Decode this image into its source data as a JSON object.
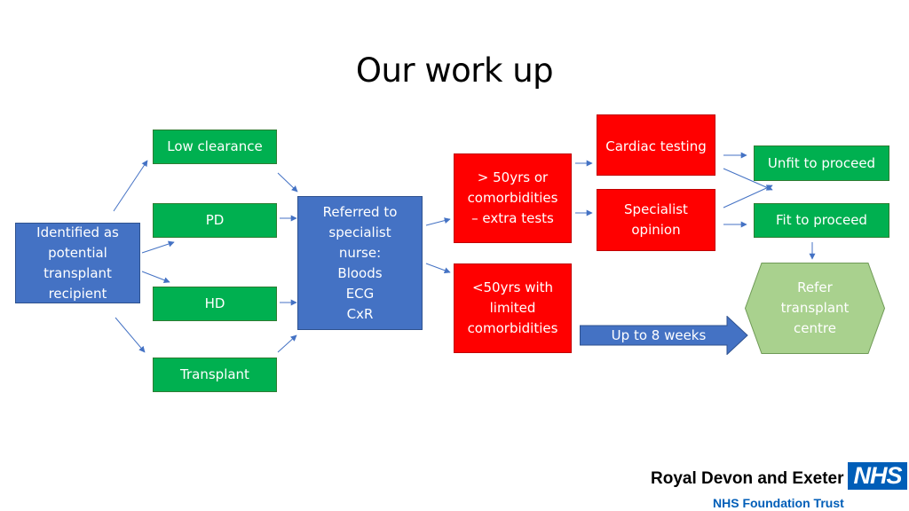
{
  "title": "Our work up",
  "nodes": {
    "identified": [
      "Identified as",
      "potential",
      "transplant",
      "recipient"
    ],
    "low_clearance": "Low clearance",
    "pd": "PD",
    "hd": "HD",
    "transplant": "Transplant",
    "referred": [
      "Referred to",
      "specialist",
      "nurse:",
      "Bloods",
      "ECG",
      "CxR"
    ],
    "over_50": [
      "> 50yrs or",
      "comorbidities",
      "– extra tests"
    ],
    "under_50": [
      "<50yrs with",
      "limited",
      "comorbidities"
    ],
    "cardiac": "Cardiac testing",
    "specialist": [
      "Specialist",
      "opinion"
    ],
    "unfit": "Unfit to proceed",
    "fit": "Fit to proceed",
    "refer": [
      "Refer",
      "transplant",
      "centre"
    ],
    "up_to": "Up to 8 weeks"
  },
  "logo": {
    "org": "Royal Devon and Exeter",
    "badge": "NHS",
    "sub": "NHS Foundation Trust"
  },
  "colors": {
    "blue": "#4472c4",
    "green": "#00b050",
    "red": "#ff0000",
    "hex_green": "#a9d18e",
    "nhs_blue": "#005eb8"
  }
}
